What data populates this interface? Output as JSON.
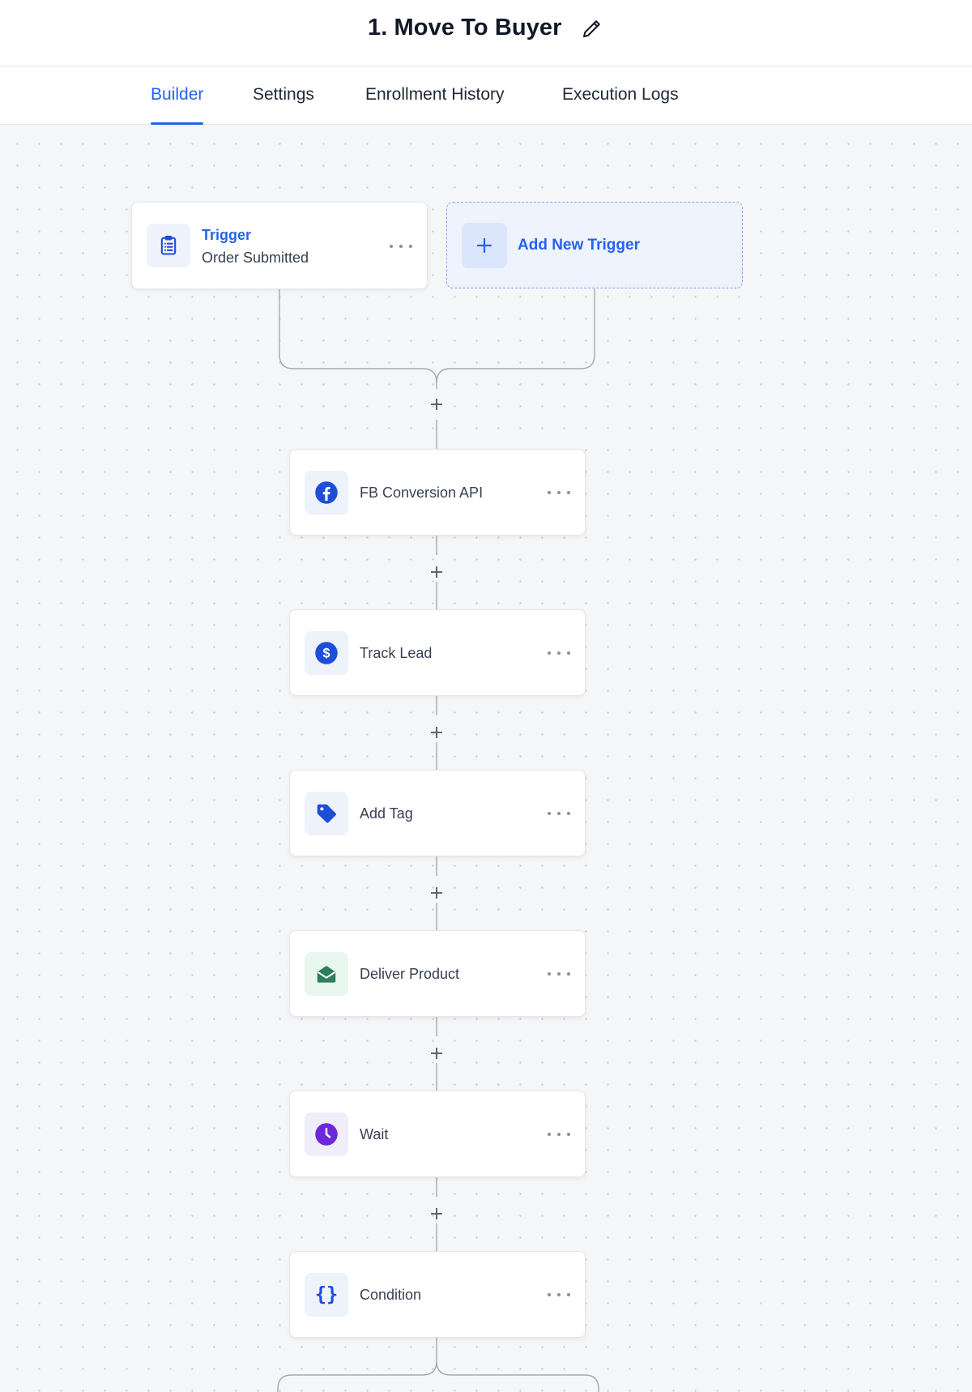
{
  "header": {
    "title": "1. Move To Buyer",
    "edit_icon": "pencil-icon"
  },
  "tabs": [
    {
      "label": "Builder",
      "active": true
    },
    {
      "label": "Settings",
      "active": false
    },
    {
      "label": "Enrollment History",
      "active": false
    },
    {
      "label": "Execution Logs",
      "active": false
    }
  ],
  "trigger": {
    "title": "Trigger",
    "subtitle": "Order Submitted",
    "icon": "clipboard-icon"
  },
  "add_trigger": {
    "label": "Add New Trigger",
    "icon": "plus-icon"
  },
  "actions": [
    {
      "label": "FB Conversion API",
      "icon": "facebook-icon",
      "color": "#1d4ed8"
    },
    {
      "label": "Track Lead",
      "icon": "dollar-icon",
      "color": "#1d4ed8"
    },
    {
      "label": "Add Tag",
      "icon": "tag-icon",
      "color": "#1d4ed8"
    },
    {
      "label": "Deliver Product",
      "icon": "mail-open-icon",
      "color": "#2e7d5b"
    },
    {
      "label": "Wait",
      "icon": "clock-icon",
      "color": "#6d28d9"
    },
    {
      "label": "Condition",
      "icon": "braces-icon",
      "color": "#1d4ed8"
    }
  ],
  "colors": {
    "accent": "#2563eb",
    "canvas": "#f5f6f8",
    "dot": "#d3d6dc",
    "connector": "#9ca3af"
  }
}
